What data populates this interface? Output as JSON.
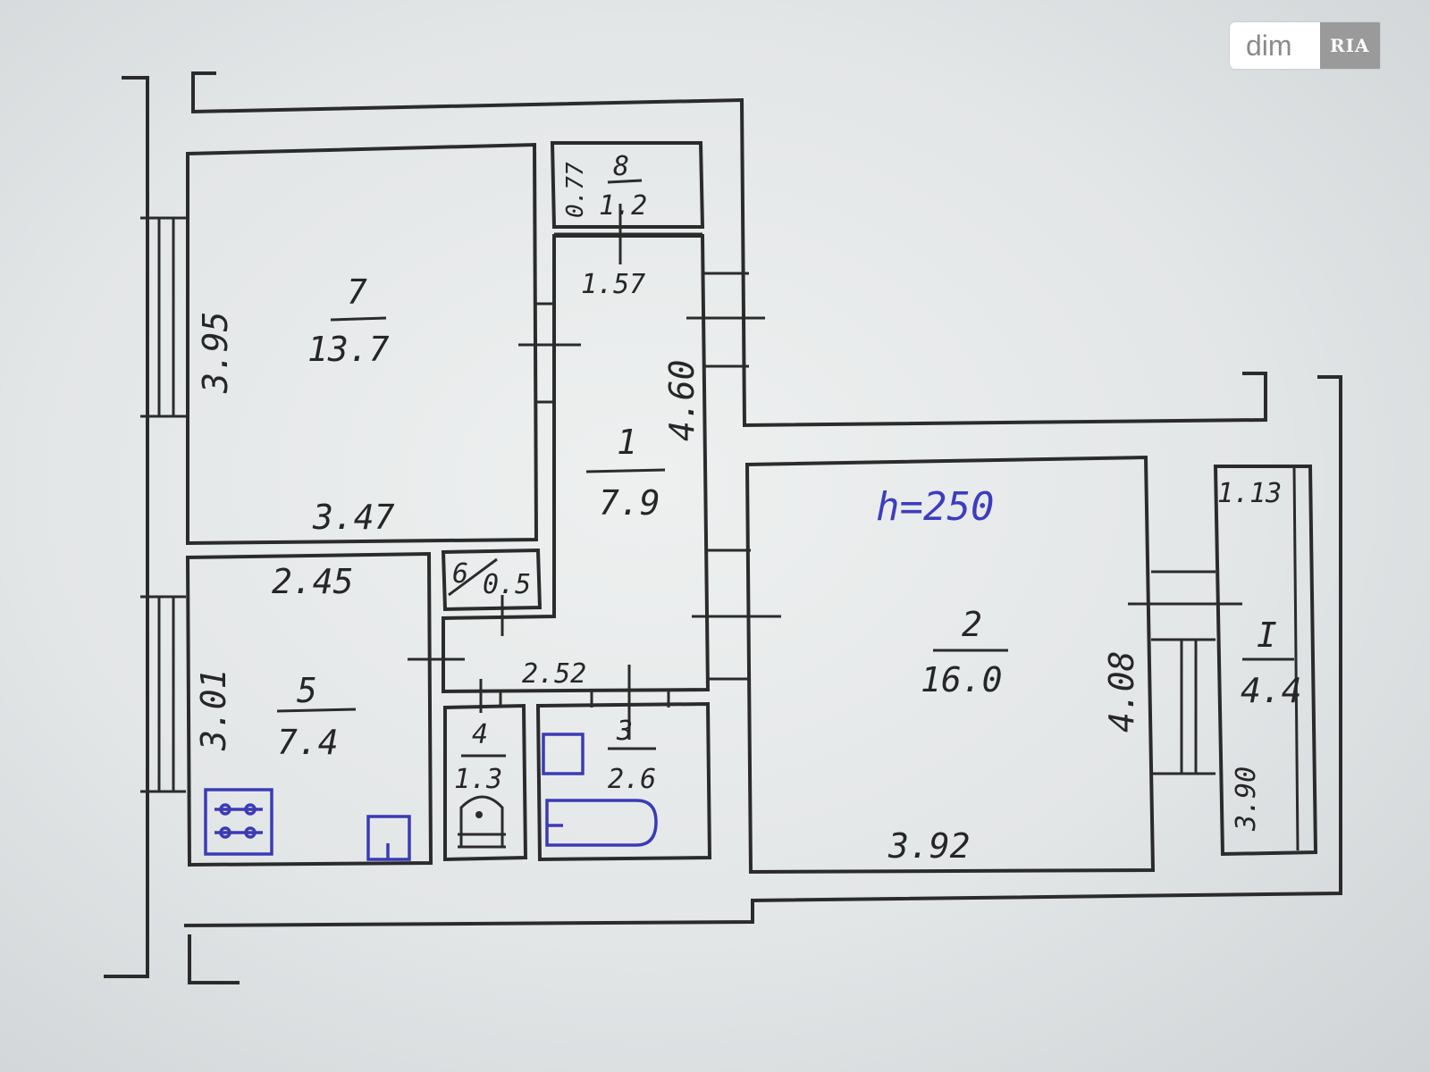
{
  "logo": {
    "brand_text": "dim",
    "badge_text": "RIA"
  },
  "rooms": [
    {
      "id": "7",
      "number": "7",
      "area": "13.7"
    },
    {
      "id": "8",
      "number": "8",
      "area": "1.2"
    },
    {
      "id": "1",
      "number": "1",
      "area": "7.9"
    },
    {
      "id": "5",
      "number": "5",
      "area": "7.4"
    },
    {
      "id": "6",
      "number": "6",
      "area": "0.5"
    },
    {
      "id": "4",
      "number": "4",
      "area": "1.3"
    },
    {
      "id": "3",
      "number": "3",
      "area": "2.6"
    },
    {
      "id": "2",
      "number": "2",
      "area": "16.0"
    },
    {
      "id": "I",
      "number": "I",
      "area": "4.4"
    }
  ],
  "dimensions": {
    "room7_height": "3.95",
    "room7_width": "3.47",
    "room8_depth": "0.77",
    "corridor_width": "1.57",
    "corridor_length": "4.60",
    "kitchen_width": "2.45",
    "kitchen_height": "3.01",
    "hall_width": "2.52",
    "room2_height": "4.08",
    "room2_width": "3.92",
    "balcony_width": "1.13",
    "balcony_length": "3.90"
  },
  "ceiling_height": "h=250",
  "colors": {
    "ink": "#2b2b2b",
    "blue_ink": "#3b3bb5"
  }
}
